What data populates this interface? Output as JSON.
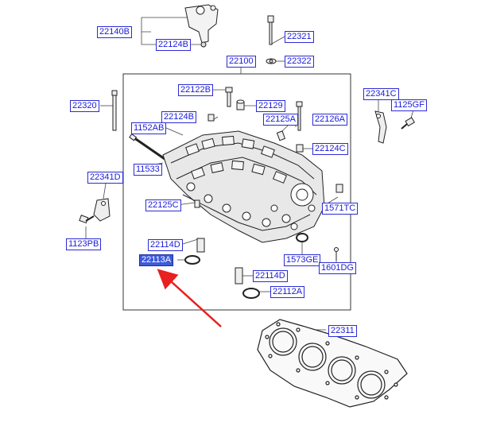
{
  "labels": {
    "p22140B": "22140B",
    "p22124B_top": "22124B",
    "p22321": "22321",
    "p22100": "22100",
    "p22322": "22322",
    "p22122B": "22122B",
    "p22320": "22320",
    "p22129": "22129",
    "p22124B": "22124B",
    "p22125A": "22125A",
    "p22126A": "22126A",
    "p1152AB": "1152AB",
    "p22341C": "22341C",
    "p1125GF": "1125GF",
    "p22124C": "22124C",
    "p11533": "11533",
    "p22341D": "22341D",
    "p22125C": "22125C",
    "p1571TC": "1571TC",
    "p1123PB": "1123PB",
    "p22114D_a": "22114D",
    "p1573GE": "1573GE",
    "p1601DG": "1601DG",
    "p22113A": "22113A",
    "p22114D_b": "22114D",
    "p22112A": "22112A",
    "p22311": "22311"
  },
  "colors": {
    "label_border": "#2b2bd6",
    "label_text": "#1a1adb",
    "highlight_fill": "#3d5bd9",
    "arrow": "#e8201f",
    "line": "#333333"
  },
  "highlighted_part": "22113A"
}
